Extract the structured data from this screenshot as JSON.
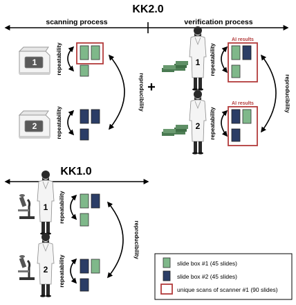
{
  "title_kk2": "KK2.0",
  "title_kk1": "KK1.0",
  "sections": {
    "scanning": "scanning process",
    "verification": "verification process"
  },
  "plus": "+",
  "labels": {
    "repeatability": "repeatability",
    "reproducibility": "reproducibility",
    "ai_results": "AI results"
  },
  "scanner_numbers": [
    "1",
    "2"
  ],
  "person_numbers": [
    "1",
    "2"
  ],
  "legend": {
    "items": [
      {
        "label": "slide box #1 (45 slides)",
        "color": "#7fb88a"
      },
      {
        "label": "slide box #2 (45 slides)",
        "color": "#2b3d66"
      },
      {
        "label": "unique scans of scanner #1 (90 slides)",
        "color": "#b23a3a"
      }
    ]
  },
  "colors": {
    "green": "#7fb88a",
    "navy": "#2b3d66",
    "red": "#b23a3a",
    "arrow": "#000000",
    "person_dark": "#2a2a2a"
  }
}
